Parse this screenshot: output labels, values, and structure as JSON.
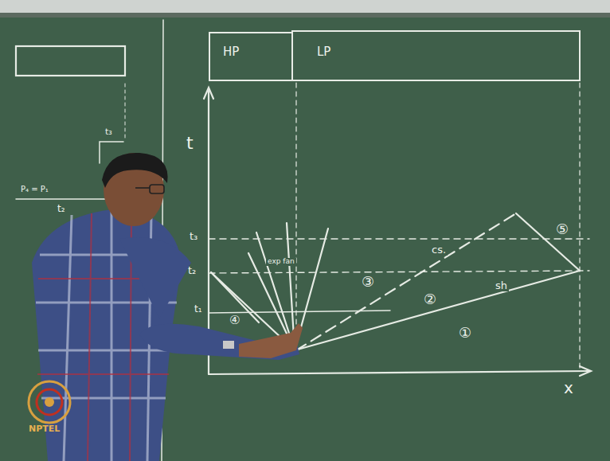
{
  "diagram": {
    "nodes": [
      {
        "text": [
          "HP"
        ]
      },
      {
        "text": [
          "LP"
        ]
      }
    ],
    "labels": [
      "t",
      "t₃",
      "t₂",
      "t₁",
      "x",
      "③",
      "②",
      "①",
      "⑤",
      "④",
      "cs.",
      "sh",
      "exp fan",
      "t₃",
      "P₄ = P₁",
      "t₂",
      "NPTEL"
    ]
  }
}
